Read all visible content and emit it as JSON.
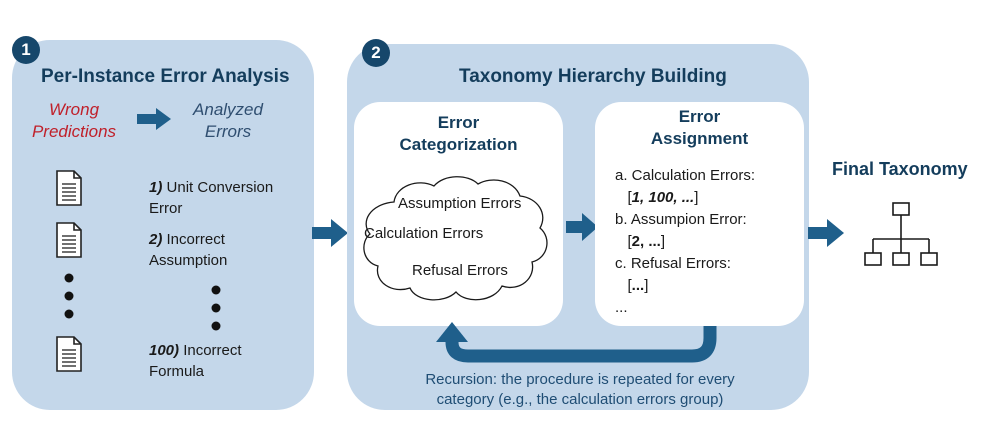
{
  "panel1": {
    "badge": "1",
    "title": "Per-Instance Error Analysis",
    "wrong_predictions_line1": "Wrong",
    "wrong_predictions_line2": "Predictions",
    "analyzed_errors_line1": "Analyzed",
    "analyzed_errors_line2": "Errors",
    "instances": [
      {
        "num": "1)",
        "line1": "Unit Conversion",
        "line2": "Error"
      },
      {
        "num": "2)",
        "line1": "Incorrect",
        "line2": "Assumption"
      },
      {
        "num": "100)",
        "line1": "Incorrect",
        "line2": "Formula"
      }
    ],
    "icons": [
      "document-icon",
      "ellipsis-icon"
    ]
  },
  "panel2": {
    "badge": "2",
    "title": "Taxonomy Hierarchy Building",
    "categorization": {
      "title_line1": "Error",
      "title_line2": "Categorization",
      "cloud_items": [
        "Assumption Errors",
        "Calculation Errors",
        "Refusal Errors"
      ]
    },
    "assignment": {
      "title_line1": "Error",
      "title_line2": "Assignment",
      "items": [
        {
          "label": "a. Calculation Errors:",
          "ids": "1, 100, ..."
        },
        {
          "label": "b. Assumpion Error:",
          "ids": "2, ..."
        },
        {
          "label": "c. Refusal Errors:",
          "ids": "..."
        }
      ],
      "ellipsis": "..."
    },
    "recursion_line1": "Recursion: the procedure is repeated for every",
    "recursion_line2": "category (e.g., the calculation errors group)"
  },
  "final": {
    "title": "Final Taxonomy",
    "icon": "hierarchy-icon"
  },
  "colors": {
    "panel_bg": "#c4d7ea",
    "arrow": "#1f5f8b",
    "title": "#143d5c",
    "wrong": "#c0202a",
    "badge": "#16476b"
  }
}
